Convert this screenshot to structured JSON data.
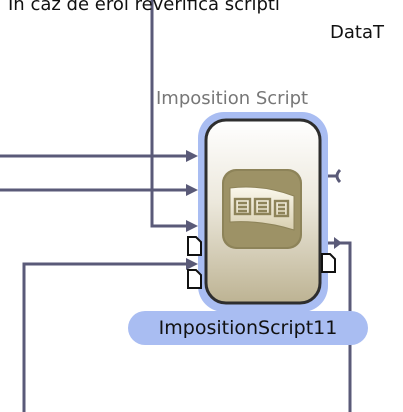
{
  "header": {
    "instruction_text": "In caz de eroi reverifica scripti",
    "connected_label": "DataT"
  },
  "node": {
    "type_label": "Imposition Script",
    "name": "ImpositionScript11",
    "icon": "imposition-script-icon",
    "selected": true
  },
  "colors": {
    "connector": "#5a5a78",
    "selection_halo": "#a9bdf2",
    "node_border": "#2e2e2e",
    "node_fill_light": "#ffffff",
    "node_fill_dark": "#b8ae8e",
    "icon_gold": "#8d8359"
  }
}
